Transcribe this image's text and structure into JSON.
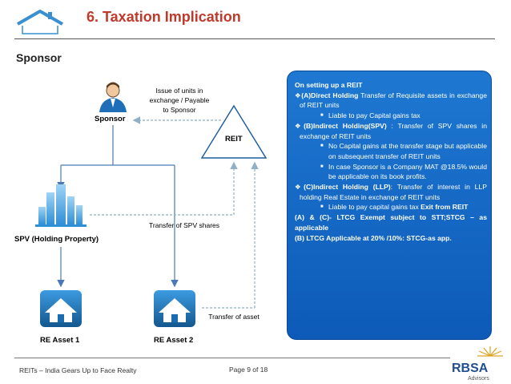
{
  "header": {
    "title": "6. Taxation Implication",
    "section": "Sponsor"
  },
  "diagram": {
    "nodes": {
      "sponsor": "Sponsor",
      "reit": "REIT",
      "spv": "SPV (Holding Property)",
      "asset1": "RE Asset 1",
      "asset2": "RE Asset 2"
    },
    "edges": {
      "issue_units_line1": "Issue of units in",
      "issue_units_line2": "exchange / Payable",
      "issue_units_line3": "to Sponsor",
      "transfer_spv": "Transfer of SPV shares",
      "transfer_asset": "Transfer of asset"
    }
  },
  "panel": {
    "heading": "On setting up a REIT",
    "a_bold": "(A)Direct Holding",
    "a_text": " Transfer of Requisite assets in exchange of REIT units",
    "a_1": "Liable to pay Capital gains tax",
    "b_bold": "(B)Indirect Holding(SPV)",
    "b_text": " : Transfer of SPV shares in exchange of REIT units",
    "b_1": "No Capital gains at the transfer stage but applicable on subsequent transfer of REIT units",
    "b_2": "In case Sponsor is a Company MAT @18.5% would be applicable on its book profits.",
    "c_bold": "(C)Indirect Holding (LLP)",
    "c_text": ": Transfer of interest in LLP holding Real Estate in exchange of REIT units",
    "c_1": "Liable to pay capital gains tax ",
    "c_1_bold": "Exit from REIT",
    "note_1": "(A) & (C)- LTCG Exempt subject to STT;STCG – as applicable",
    "note_2": "(B) LTCG Applicable at 20% /10%: STCG-as app."
  },
  "footer": {
    "left": "REITs – India Gears Up to Face Realty",
    "page": "Page 9 of 18",
    "logo_text": "RBSA",
    "logo_sub": "Advisors"
  },
  "colors": {
    "title": "#c0392b",
    "panel": "#1565c0",
    "arrow": "#4a7ab5",
    "dashed": "#8fb0c8"
  }
}
